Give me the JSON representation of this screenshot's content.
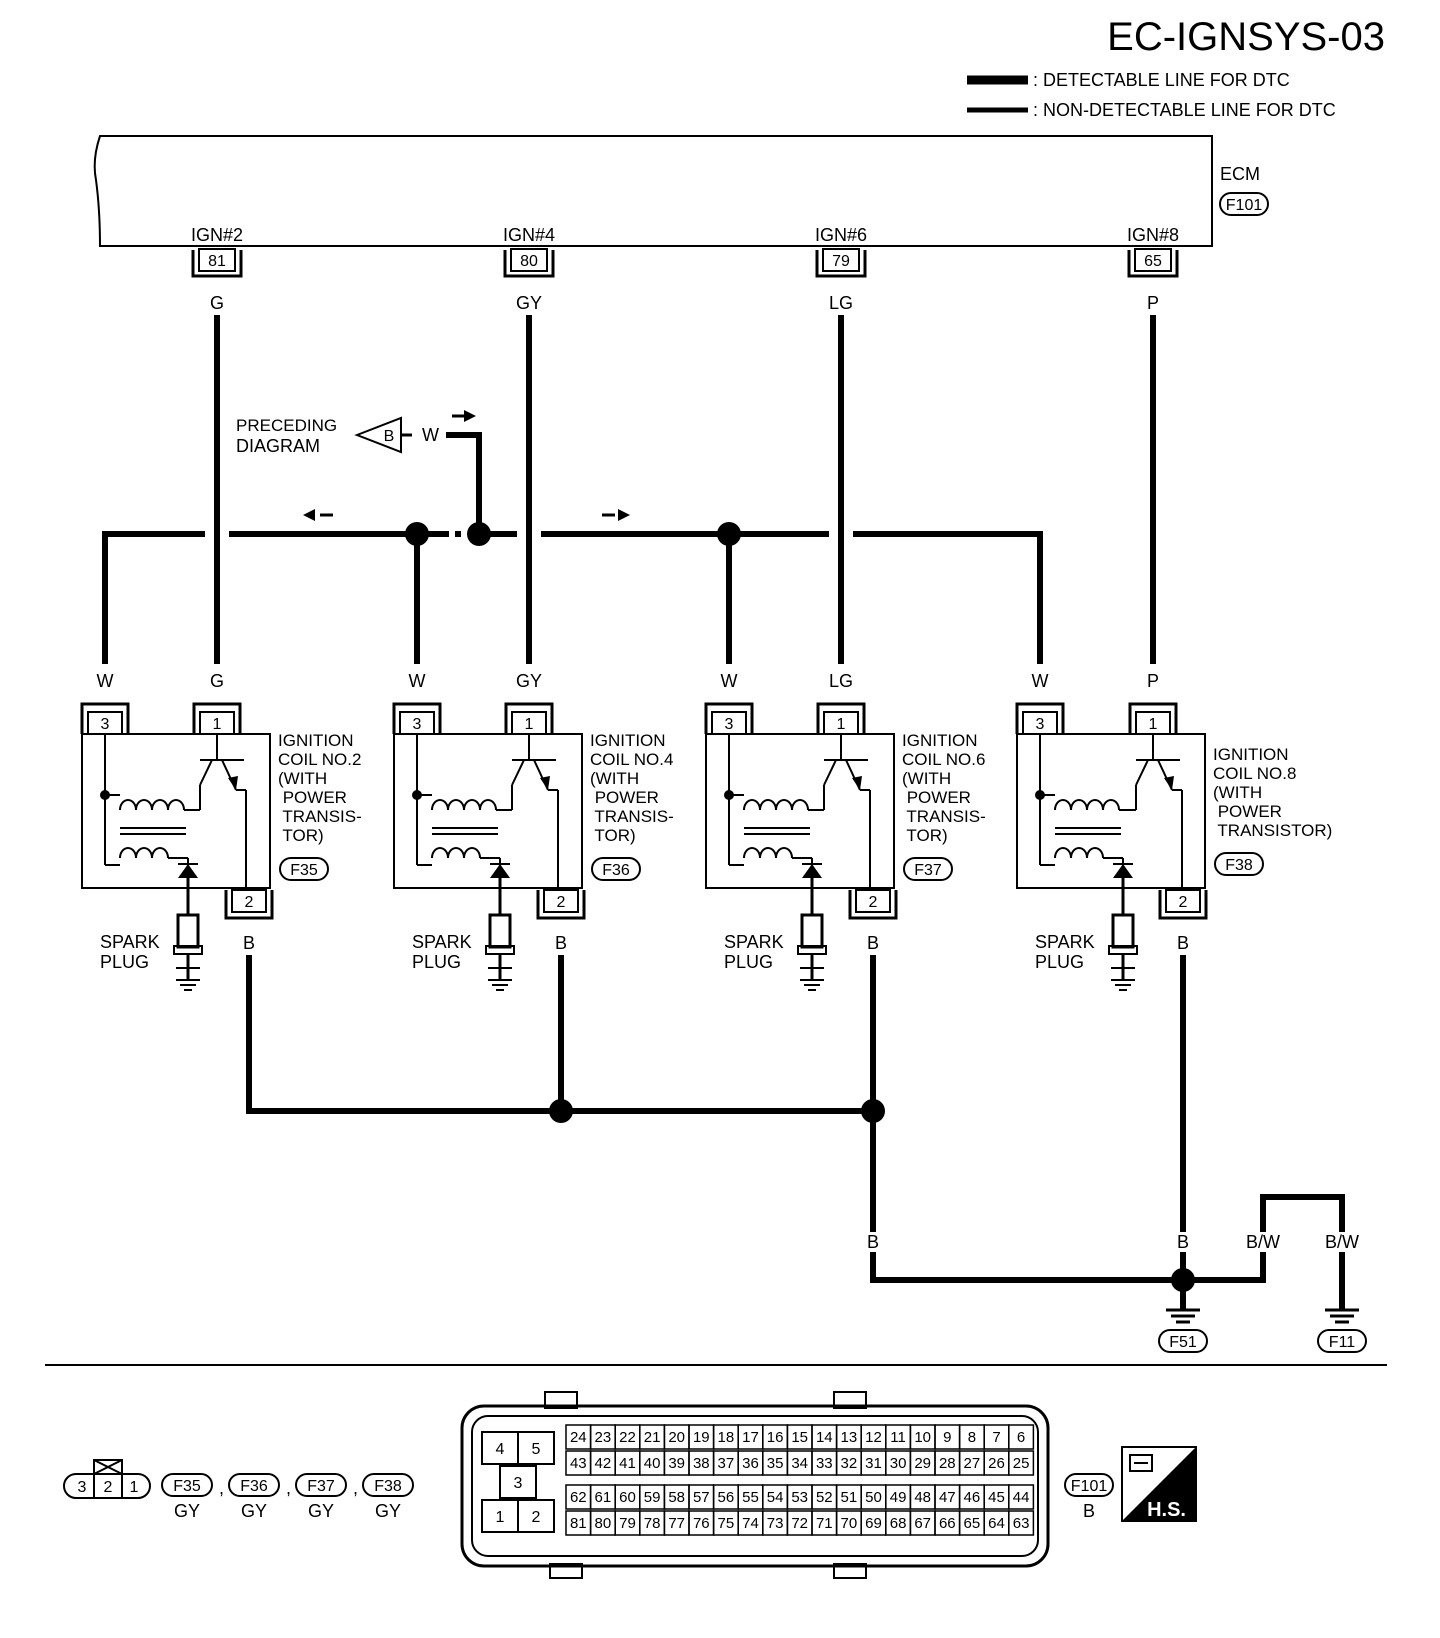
{
  "page_id": "EC-IGNSYS-03",
  "legend": {
    "detectable": ": DETECTABLE LINE FOR DTC",
    "non_detectable": ": NON-DETECTABLE LINE FOR DTC"
  },
  "ecm": {
    "label": "ECM",
    "connector": "F101"
  },
  "ecm_terminals": [
    {
      "signal": "IGN#2",
      "pin": "81",
      "wire": "G"
    },
    {
      "signal": "IGN#4",
      "pin": "80",
      "wire": "GY"
    },
    {
      "signal": "IGN#6",
      "pin": "79",
      "wire": "LG"
    },
    {
      "signal": "IGN#8",
      "pin": "65",
      "wire": "P"
    }
  ],
  "preceding": {
    "line1": "PRECEDING",
    "line2": "DIAGRAM",
    "ref": "B",
    "wire": "W"
  },
  "coils": [
    {
      "w_wire": "W",
      "sig_wire": "G",
      "pin_w": "3",
      "pin_sig": "1",
      "pin_gnd": "2",
      "lines": [
        "IGNITION",
        "COIL NO.2",
        "(WITH",
        " POWER",
        " TRANSIS-",
        " TOR)"
      ],
      "connector": "F35",
      "gnd_wire": "B",
      "plug": [
        "SPARK",
        "PLUG"
      ]
    },
    {
      "w_wire": "W",
      "sig_wire": "GY",
      "pin_w": "3",
      "pin_sig": "1",
      "pin_gnd": "2",
      "lines": [
        "IGNITION",
        "COIL NO.4",
        "(WITH",
        " POWER",
        " TRANSIS-",
        " TOR)"
      ],
      "connector": "F36",
      "gnd_wire": "B",
      "plug": [
        "SPARK",
        "PLUG"
      ]
    },
    {
      "w_wire": "W",
      "sig_wire": "LG",
      "pin_w": "3",
      "pin_sig": "1",
      "pin_gnd": "2",
      "lines": [
        "IGNITION",
        "COIL NO.6",
        "(WITH",
        " POWER",
        " TRANSIS-",
        " TOR)"
      ],
      "connector": "F37",
      "gnd_wire": "B",
      "plug": [
        "SPARK",
        "PLUG"
      ]
    },
    {
      "w_wire": "W",
      "sig_wire": "P",
      "pin_w": "3",
      "pin_sig": "1",
      "pin_gnd": "2",
      "lines": [
        "IGNITION",
        "COIL NO.8",
        "(WITH",
        " POWER",
        " TRANSISTOR)"
      ],
      "connector": "F38",
      "gnd_wire": "B",
      "plug": [
        "SPARK",
        "PLUG"
      ]
    }
  ],
  "ground": {
    "wire_b1": "B",
    "wire_b2": "B",
    "wire_bw1": "B/W",
    "wire_bw2": "B/W",
    "f51": "F51",
    "f11": "F11"
  },
  "bottom": {
    "small_pins": [
      "3",
      "2",
      "1"
    ],
    "small_refs": [
      {
        "id": "F35",
        "color": "GY"
      },
      {
        "id": "F36",
        "color": "GY"
      },
      {
        "id": "F37",
        "color": "GY"
      },
      {
        "id": "F38",
        "color": "GY"
      }
    ],
    "comma": ",",
    "big_left_pins": [
      "4",
      "5",
      "3",
      "1",
      "2"
    ],
    "grid_row1": [
      "24",
      "23",
      "22",
      "21",
      "20",
      "19",
      "18",
      "17",
      "16",
      "15",
      "14",
      "13",
      "12",
      "11",
      "10",
      "9",
      "8",
      "7",
      "6"
    ],
    "grid_row2": [
      "43",
      "42",
      "41",
      "40",
      "39",
      "38",
      "37",
      "36",
      "35",
      "34",
      "33",
      "32",
      "31",
      "30",
      "29",
      "28",
      "27",
      "26",
      "25"
    ],
    "grid_row3": [
      "62",
      "61",
      "60",
      "59",
      "58",
      "57",
      "56",
      "55",
      "54",
      "53",
      "52",
      "51",
      "50",
      "49",
      "48",
      "47",
      "46",
      "45",
      "44"
    ],
    "grid_row4": [
      "81",
      "80",
      "79",
      "78",
      "77",
      "76",
      "75",
      "74",
      "73",
      "72",
      "71",
      "70",
      "69",
      "68",
      "67",
      "66",
      "65",
      "64",
      "63"
    ],
    "big_ref": "F101",
    "big_color": "B",
    "hs_label": "H.S."
  }
}
